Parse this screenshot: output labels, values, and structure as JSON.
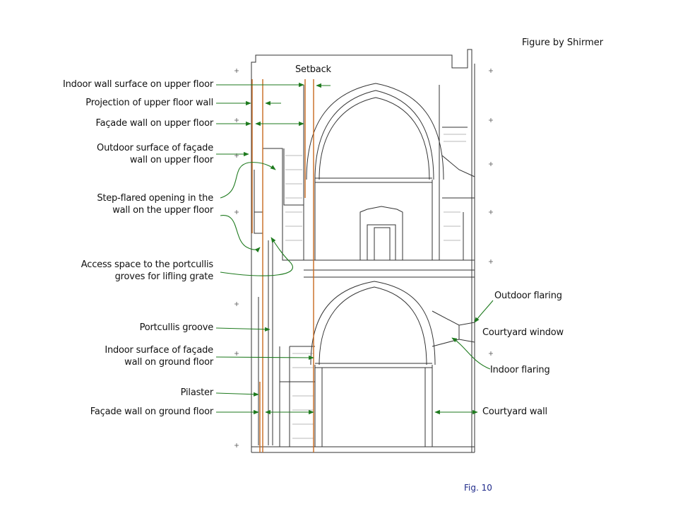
{
  "credit": "Figure by Shirmer",
  "figure_number": "Fig. 10",
  "labels": {
    "setback": "Setback",
    "indoor_wall_upper": "Indoor wall surface on upper floor",
    "projection_upper": "Projection of upper floor wall",
    "facade_upper": "Façade wall on upper floor",
    "outdoor_surface_line1": "Outdoor surface of façade",
    "outdoor_surface_line2": "wall on upper floor",
    "step_flared_line1": "Step-flared opening in the",
    "step_flared_line2": "wall on the upper floor",
    "access_line1": "Access space to the portcullis",
    "access_line2": "groves for lifling grate",
    "portcullis_groove": "Portcullis groove",
    "indoor_surface_ground_line1": "Indoor surface of façade",
    "indoor_surface_ground_line2": "wall on ground floor",
    "pilaster": "Pilaster",
    "facade_ground": "Façade wall on ground floor",
    "outdoor_flaring": "Outdoor flaring",
    "courtyard_window": "Courtyard window",
    "indoor_flaring": "Indoor flaring",
    "courtyard_wall": "Courtyard wall"
  },
  "colors": {
    "arrow": "#1e7a1e",
    "guide_line": "#c8691e",
    "drawing": "#333333",
    "figure_number": "#1f2a8a"
  }
}
